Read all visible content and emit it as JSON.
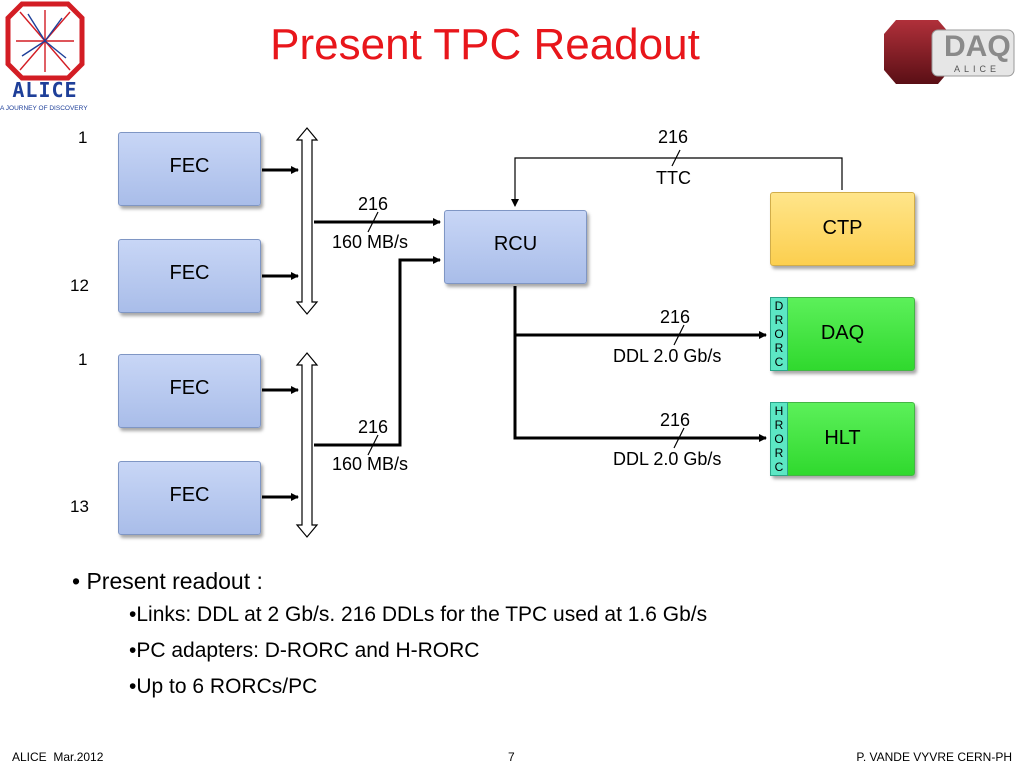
{
  "title": "Present TPC Readout",
  "logos": {
    "alice_name": "ALICE",
    "alice_tagline": "A JOURNEY OF DISCOVERY",
    "daq_name": "DAQ",
    "daq_sub": "ALICE"
  },
  "diagram": {
    "fec_label": "FEC",
    "rcu_label": "RCU",
    "ctp_label": "CTP",
    "daq_label": "DAQ",
    "hlt_label": "HLT",
    "drorc_letters": [
      "D",
      "R",
      "O",
      "R",
      "C"
    ],
    "hrorc_letters": [
      "H",
      "R",
      "O",
      "R",
      "C"
    ],
    "index_labels": [
      "1",
      "12",
      "1",
      "13"
    ],
    "link_upper": {
      "count": "216",
      "rate": "160 MB/s"
    },
    "link_lower": {
      "count": "216",
      "rate": "160 MB/s"
    },
    "ttc_link": {
      "count": "216",
      "name": "TTC"
    },
    "daq_link": {
      "count": "216",
      "rate": "DDL 2.0 Gb/s"
    },
    "hlt_link": {
      "count": "216",
      "rate": "DDL 2.0 Gb/s"
    }
  },
  "bullets": {
    "main": "Present readout :",
    "sub": [
      "Links: DDL at 2 Gb/s. 216 DDLs for the TPC used at 1.6 Gb/s",
      "PC adapters: D-RORC and H-RORC",
      "Up to 6 RORCs/PC"
    ]
  },
  "footer": {
    "left": "ALICE  Mar.2012",
    "page": "7",
    "right": "P. VANDE VYVRE CERN-PH"
  },
  "colors": {
    "title": "#e8161b",
    "fec": "#b7c9f0",
    "ctp": "#fdd96a",
    "daq_hlt": "#3ce53a",
    "rorc": "#5ce7c4"
  }
}
